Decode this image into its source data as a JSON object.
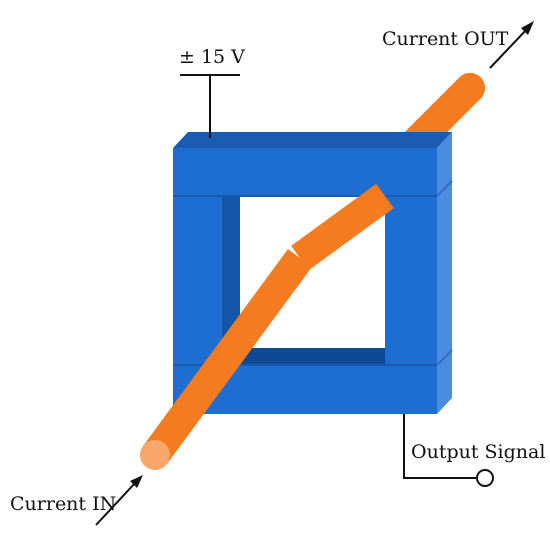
{
  "labels": {
    "supply": "± 15 V",
    "current_out": "Current OUT",
    "current_in": "Current IN",
    "output_signal": "Output Signal"
  },
  "colors": {
    "core_front": "#1e6dd0",
    "core_top": "#1a5cb3",
    "core_side": "#4a8de0",
    "core_inner_shadow": "#1456a8",
    "core_inner_dark": "#0e4a93",
    "conductor": "#f47b20",
    "conductor_end": "#f8a66a",
    "wire": "#111111",
    "background": "#ffffff"
  },
  "icons": {
    "conductor": "round-bar-conductor",
    "core": "square-magnetic-core",
    "terminal": "output-terminal-circle"
  }
}
